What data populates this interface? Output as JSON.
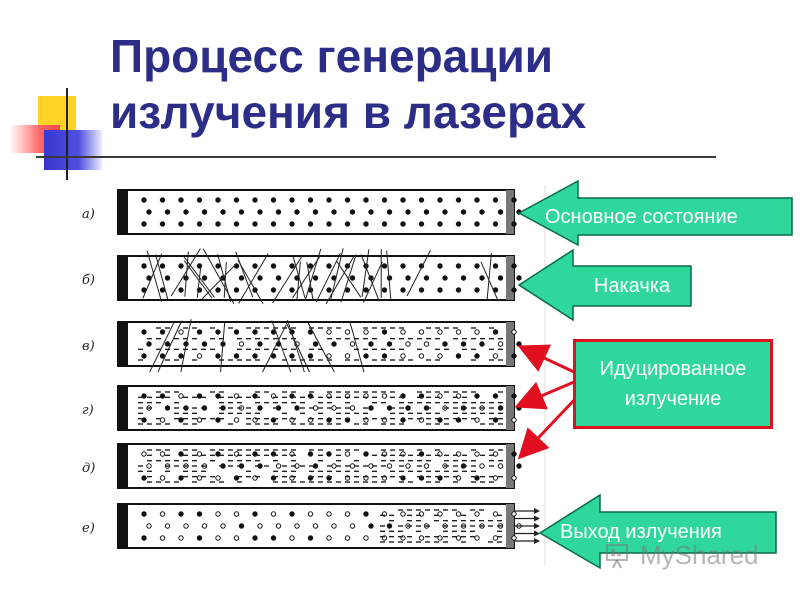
{
  "slide": {
    "title_line1": "Процесс генерации",
    "title_line2": "излучения в лазерах"
  },
  "strips": [
    {
      "label": "а)",
      "stage": "ground"
    },
    {
      "label": "б)",
      "stage": "pumping"
    },
    {
      "label": "в)",
      "stage": "emission-start"
    },
    {
      "label": "г)",
      "stage": "emission-growth"
    },
    {
      "label": "д)",
      "stage": "emission-spread"
    },
    {
      "label": "е)",
      "stage": "output"
    }
  ],
  "labels": {
    "ground_state": "Основное состояние",
    "pumping": "Накачка",
    "stimulated_line1": "Идуцированное",
    "stimulated_line2": "излучение",
    "output": "Выход излучения"
  },
  "watermark": {
    "text": "MyShared",
    "icon": "presentation-board-icon"
  },
  "colors": {
    "title": "#2b2d87",
    "arrow_fill": "#2fd79a",
    "arrow_stroke": "#0a6a4a",
    "red_accent": "#e01020",
    "deco_yellow": "#ffd323",
    "deco_red": "#ff4444",
    "deco_blue": "#3737d0"
  }
}
